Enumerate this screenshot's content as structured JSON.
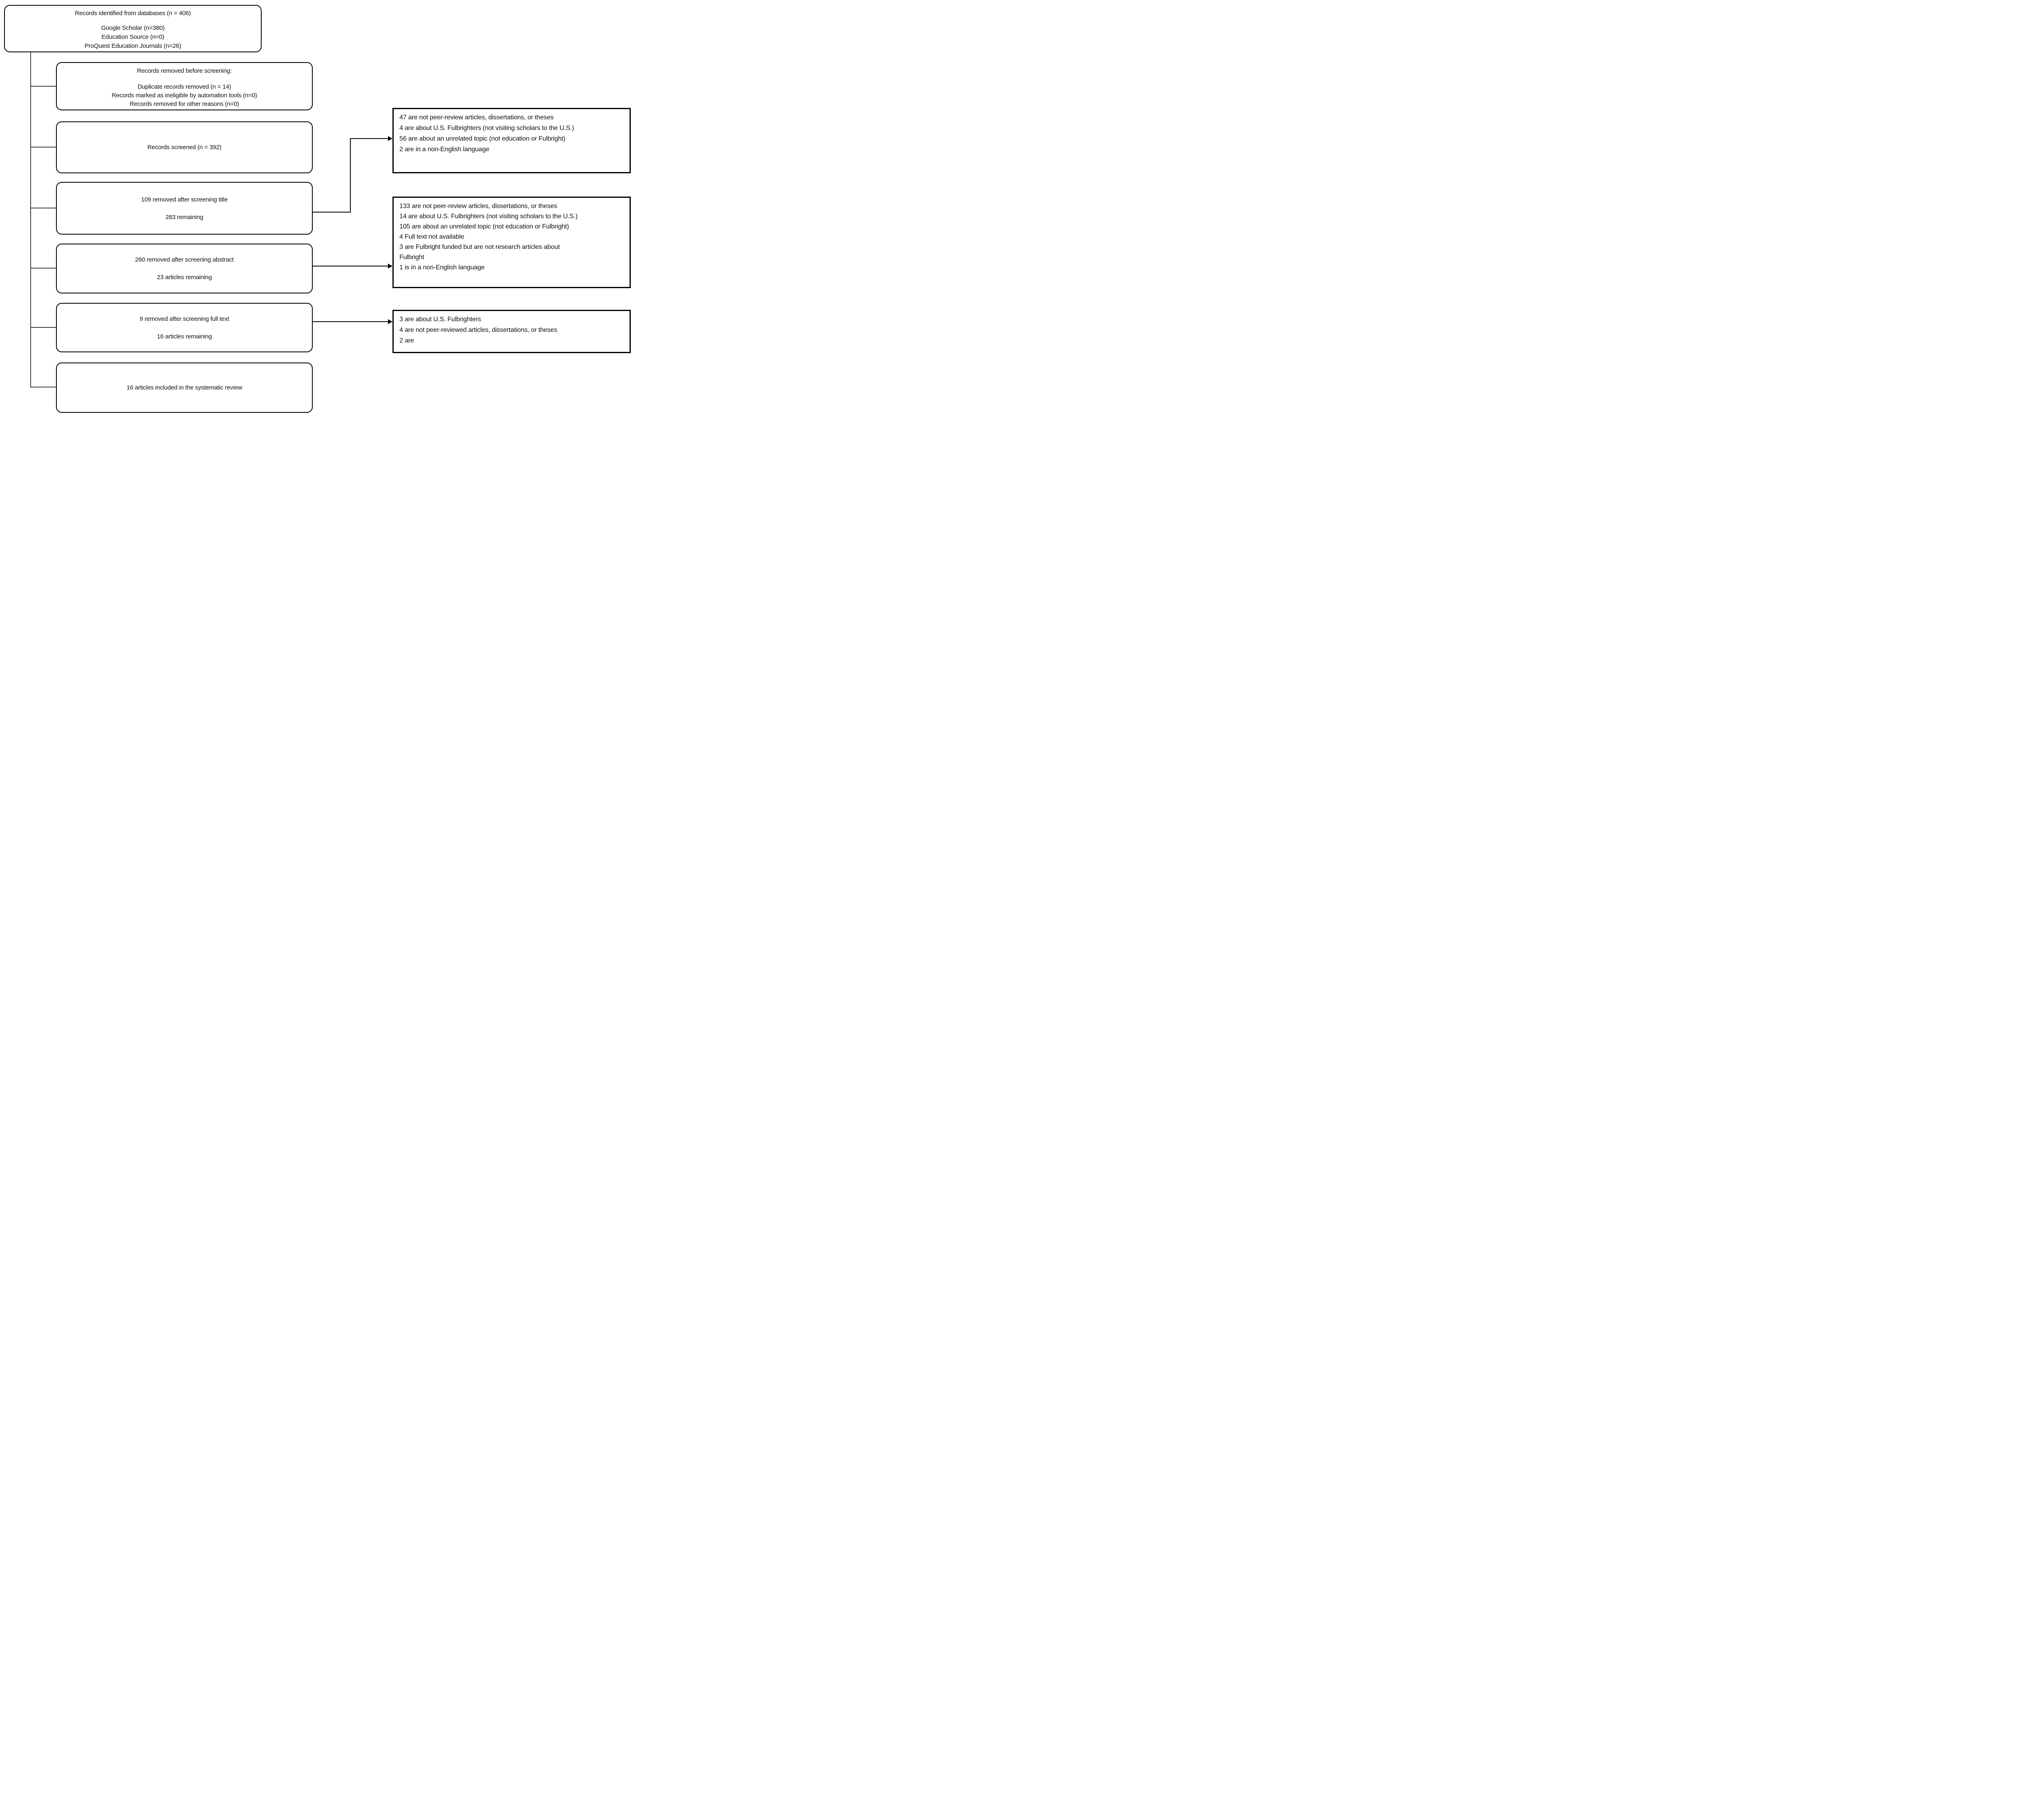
{
  "diagram": {
    "type": "prisma-flowchart",
    "background_color": "#ffffff",
    "box_border_color": "#000000",
    "connector_color": "#3d3d3d",
    "arrow_color": "#000000"
  },
  "left_column": {
    "identification_box": {
      "title": "Records identified from databases (n = 406)",
      "sources": [
        "Google Scholar (n=380)",
        "Education Source (n=0)",
        "ProQuest Education Journals (n=26)"
      ]
    },
    "removed_before_screening_box": {
      "title": "Records removed before screening:",
      "reasons": [
        "Duplicate records removed (n = 14)",
        "Records marked as ineligible by automation tools (n=0)",
        "Records removed for other reasons (n=0)"
      ]
    },
    "records_screened_box": {
      "text": "Records screened (n = 392)"
    },
    "title_screening_box": {
      "removed": "109 removed after screening title",
      "remaining": "283 remaining"
    },
    "abstract_screening_box": {
      "removed": "260 removed after screening abstract",
      "remaining": "23 articles remaining"
    },
    "fulltext_screening_box": {
      "removed": "9 removed after screening full text",
      "remaining": "16 articles remaining"
    },
    "included_box": {
      "text": "16 articles included in the systematic review"
    }
  },
  "right_column": {
    "title_exclusion_box": {
      "lines": [
        "47 are not peer-review articles, dissertations, or theses",
        "4 are about U.S. Fulbrighters (not visiting scholars to the U.S.)",
        "56 are about an unrelated topic (not education or Fulbright)",
        "2 are in a non-English language"
      ]
    },
    "abstract_exclusion_box": {
      "lines": [
        "133 are not peer-review articles, dissertations, or theses",
        "14 are about U.S. Fulbrighters (not visiting scholars to the U.S.)",
        "105 are about an unrelated topic (not education or Fulbright)",
        "4 Full text not available",
        "3 are Fulbright funded but are not research articles about\nFulbright",
        "1 is in a non-English language"
      ]
    },
    "fulltext_exclusion_box": {
      "lines": [
        "3 are about U.S. Fulbrighters",
        "4 are not peer-reviewed articles, dissertations, or theses",
        "2 are"
      ]
    }
  }
}
